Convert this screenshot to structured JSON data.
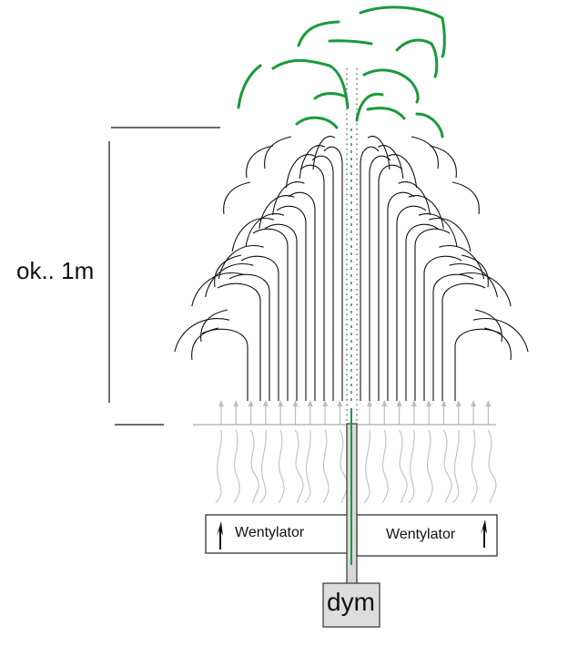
{
  "height_label": "ok.. 1m",
  "fan_left_label": "Wentylator",
  "fan_right_label": "Wentylator",
  "smoke_label": "dym",
  "colors": {
    "smoke_green": "#1a9a3a",
    "plume": "#111111",
    "airflow": "#bdbdbd",
    "box_fill": "#dddddd"
  }
}
